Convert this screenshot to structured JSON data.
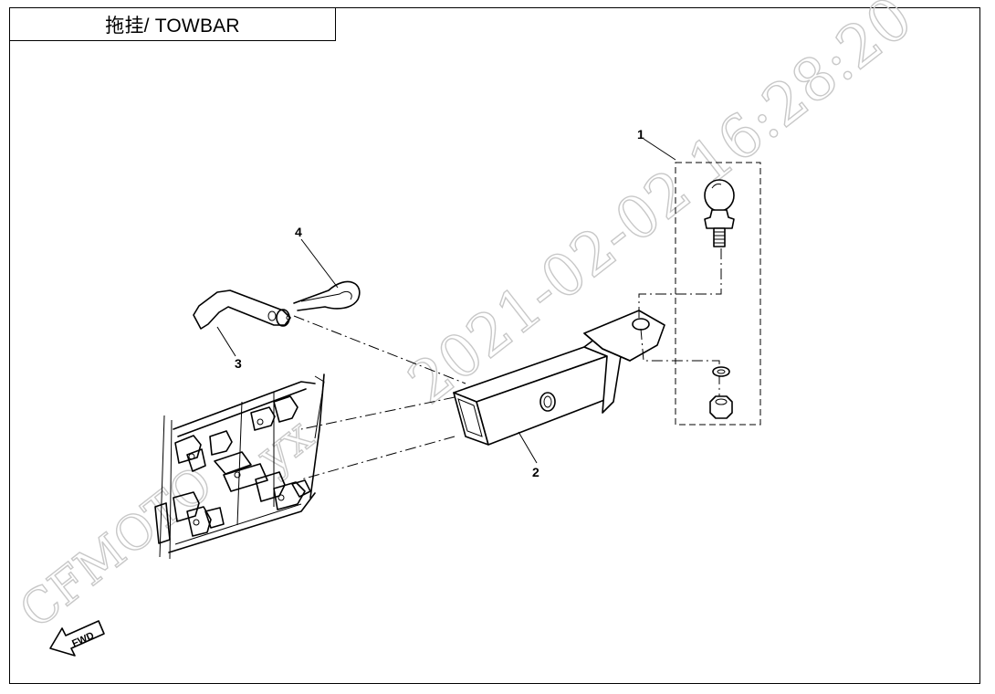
{
  "header": {
    "title": "拖挂/ TOWBAR"
  },
  "watermark": {
    "brand": "CFMOTO",
    "user": "yx",
    "timestamp": "2021-02-02 16:28:20"
  },
  "callouts": {
    "part_1": "1",
    "part_2": "2",
    "part_3": "3",
    "part_4": "4"
  },
  "direction_marker": {
    "label": "FWD",
    "icon": "arrow-forward-icon"
  }
}
